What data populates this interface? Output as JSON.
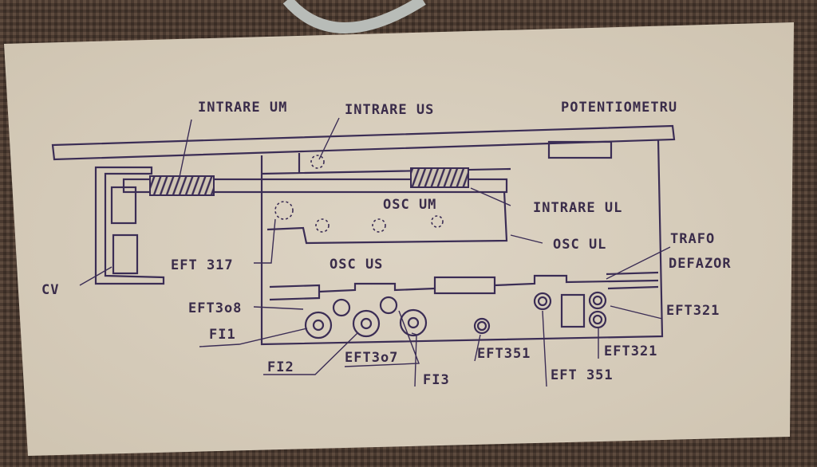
{
  "diagram": {
    "labels": {
      "intrare_um": "INTRARE UM",
      "intrare_us": "INTRARE US",
      "potentiometru": "POTENTIOMETRU",
      "intrare_ul": "INTRARE UL",
      "osc_um": "OSC UM",
      "osc_ul": "OSC UL",
      "osc_us": "OSC US",
      "trafo": "TRAFO",
      "defazor": "DEFAZOR",
      "eft317": "EFT 317",
      "cv": "CV",
      "eft308": "EFT3o8",
      "fi1": "FI1",
      "fi2": "FI2",
      "eft307": "EFT3o7",
      "fi3": "FI3",
      "eft351_a": "EFT351",
      "eft351_b": "EFT 351",
      "eft321_a": "EFT321",
      "eft321_b": "EFT321"
    },
    "colors": {
      "paper": "#d8cfbf",
      "ink": "#3b2d55",
      "fabric": "#4a3a30"
    }
  }
}
